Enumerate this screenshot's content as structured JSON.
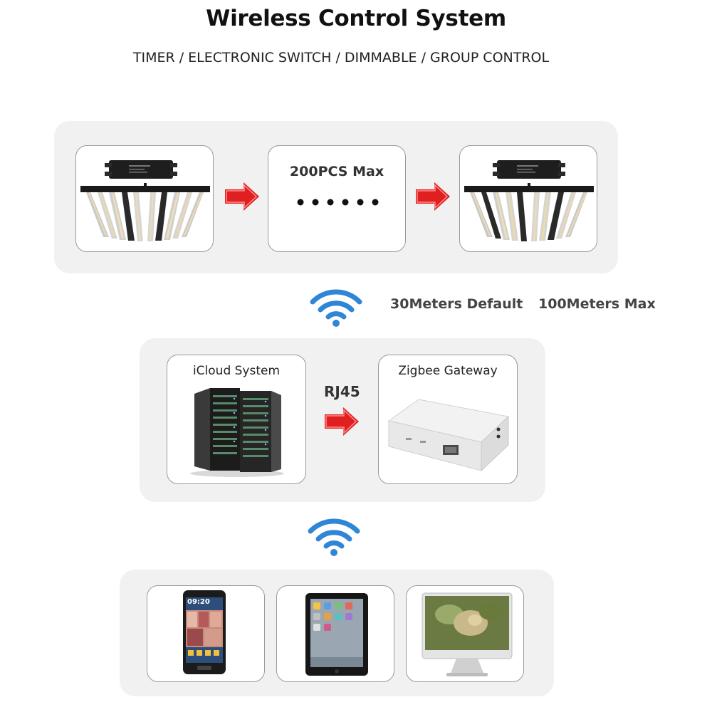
{
  "header": {
    "title": "Wireless Control System",
    "subtitle": "TIMER / ELECTRONIC SWITCH / DIMMABLE / GROUP CONTROL"
  },
  "lights_row": {
    "max_label": "200PCS  Max"
  },
  "range": {
    "default_label": "30Meters Default",
    "max_label": "100Meters Max"
  },
  "gateway_row": {
    "cloud_label": "iCloud System",
    "link_label": "RJ45",
    "gateway_label": "Zigbee Gateway"
  },
  "devices_row": {
    "phone_time": "09:20"
  },
  "colors": {
    "panel": "#f1f1f1",
    "arrow": "#e02020",
    "wifi": "#2f86d6"
  }
}
